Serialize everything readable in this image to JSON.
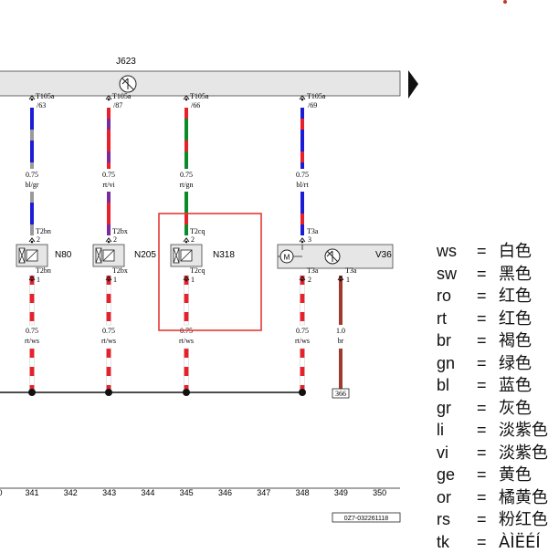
{
  "colors": {
    "red": "#e8202a",
    "blue": "#1c1cd6",
    "gray": "#9a9a9a",
    "green": "#0a8a2a",
    "violet": "#7b2a9e",
    "brown": "#a0392e",
    "highlight": "#e53935",
    "ecu_fill": "#e6e6e6"
  },
  "ecu": {
    "label": "J623",
    "icon": "ground-symbol-icon"
  },
  "connectors": {
    "c1": {
      "name": "T105a",
      "pin": "/63"
    },
    "c2": {
      "name": "T105a",
      "pin": "/87"
    },
    "c3": {
      "name": "T105a",
      "pin": "/66"
    },
    "c4": {
      "name": "T105a",
      "pin": "/69"
    }
  },
  "wires": {
    "w1": {
      "size": "0.75",
      "color": "bl/gr"
    },
    "w2": {
      "size": "0.75",
      "color": "rt/vi"
    },
    "w3": {
      "size": "0.75",
      "color": "rt/gn"
    },
    "w4": {
      "size": "0.75",
      "color": "bl/rt"
    },
    "w5": {
      "size": "0.75",
      "color": "rt/ws"
    },
    "w6": {
      "size": "0.75",
      "color": "rt/ws"
    },
    "w7": {
      "size": "0.75",
      "color": "rt/ws"
    },
    "w8": {
      "size": "0.75",
      "color": "rt/ws"
    },
    "w9": {
      "size": "1.0",
      "color": "br"
    }
  },
  "components": {
    "n80": {
      "label": "N80",
      "top_plug": "T2bn",
      "top_pin": "2",
      "bot_plug": "T2bn",
      "bot_pin": "1"
    },
    "n205": {
      "label": "N205",
      "top_plug": "T2bx",
      "top_pin": "2",
      "bot_plug": "T2bx",
      "bot_pin": "1"
    },
    "n318": {
      "label": "N318",
      "top_plug": "T2cq",
      "top_pin": "2",
      "bot_plug": "T2cq",
      "bot_pin": "1"
    },
    "v36": {
      "label": "V36",
      "top_plug": "T3a",
      "top_pin": "3",
      "bot_plug1": "T3a",
      "bot_pin1": "2",
      "bot_plug2": "T3a",
      "bot_pin2": "1",
      "motor": "M"
    }
  },
  "ground_ref": "366",
  "grid": [
    "0",
    "341",
    "342",
    "343",
    "344",
    "345",
    "346",
    "347",
    "348",
    "349",
    "350"
  ],
  "doc_id": "0Z7-032261118",
  "legend": [
    {
      "code": "ws",
      "name": "白色"
    },
    {
      "code": "sw",
      "name": "黑色"
    },
    {
      "code": "ro",
      "name": "红色"
    },
    {
      "code": "rt",
      "name": "红色"
    },
    {
      "code": "br",
      "name": "褐色"
    },
    {
      "code": "gn",
      "name": "绿色"
    },
    {
      "code": "bl",
      "name": "蓝色"
    },
    {
      "code": "gr",
      "name": "灰色"
    },
    {
      "code": "li",
      "name": "淡紫色"
    },
    {
      "code": "vi",
      "name": "淡紫色"
    },
    {
      "code": "ge",
      "name": "黄色"
    },
    {
      "code": "or",
      "name": "橘黄色"
    },
    {
      "code": "rs",
      "name": "粉红色"
    },
    {
      "code": "tk",
      "name": "ÀÌËÉÍ"
    }
  ]
}
